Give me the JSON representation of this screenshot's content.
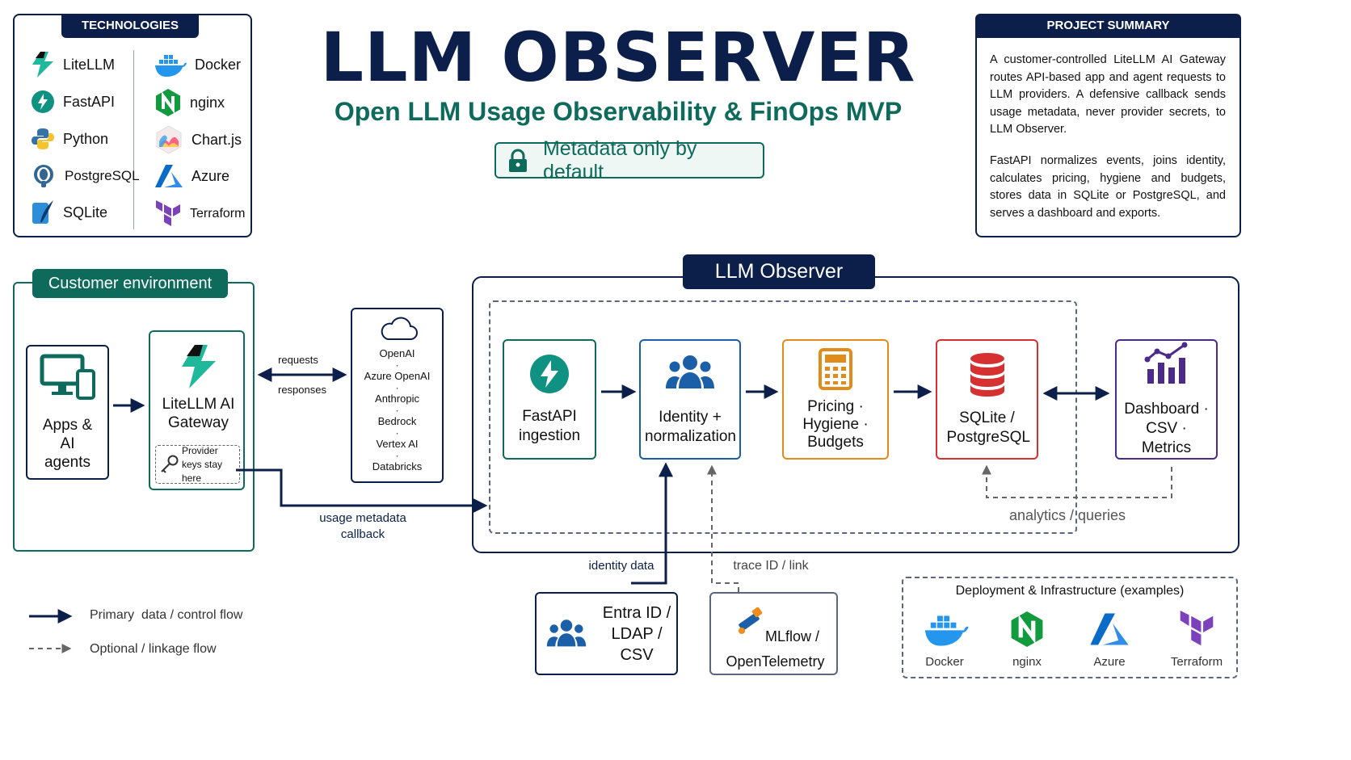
{
  "title": "LLM OBSERVER",
  "subtitle": "Open LLM Usage Observability & FinOps MVP",
  "metadata_badge": "Metadata only by default",
  "technologies": {
    "header": "TECHNOLOGIES",
    "left": [
      "LiteLLM",
      "FastAPI",
      "Python",
      "PostgreSQL",
      "SQLite"
    ],
    "right": [
      "Docker",
      "nginx",
      "Chart.js",
      "Azure",
      "Terraform"
    ]
  },
  "summary": {
    "header": "PROJECT SUMMARY",
    "para1": "A customer-controlled LiteLLM AI Gateway routes API-based app and agent requests to LLM providers. A defensive callback sends usage metadata, never provider secrets, to LLM Observer.",
    "para2": "FastAPI normalizes events, joins identity, calculates pricing, hygiene and budgets, stores data in SQLite or PostgreSQL, and serves a dashboard and exports."
  },
  "customer_env": {
    "label": "Customer environment",
    "apps": "Apps & AI agents",
    "gateway": "LiteLLM AI Gateway",
    "keys": "Provider keys stay here"
  },
  "providers": [
    "OpenAI",
    "Azure OpenAI",
    "Anthropic",
    "Bedrock",
    "Vertex AI",
    "Databricks"
  ],
  "flow_labels": {
    "requests": "requests",
    "responses": "responses",
    "usage_callback": "usage metadata callback",
    "identity_data": "identity data",
    "trace_link": "trace ID / link",
    "analytics": "analytics / queries"
  },
  "observer": {
    "label": "LLM Observer",
    "fastapi": "FastAPI ingestion",
    "identity": "Identity + normalization",
    "pricing": "Pricing · Hygiene · Budgets",
    "storage": "SQLite / PostgreSQL",
    "dashboard": "Dashboard · CSV · Metrics"
  },
  "sources": {
    "entra": "Entra ID / LDAP / CSV",
    "mlflow": "MLflow / OpenTelemetry"
  },
  "legend": {
    "primary": "Primary  data / control flow",
    "optional": "Optional / linkage flow"
  },
  "deployment": {
    "title": "Deployment & Infrastructure (examples)",
    "items": [
      "Docker",
      "nginx",
      "Azure",
      "Terraform"
    ]
  },
  "colors": {
    "navy": "#0b1f4a",
    "teal": "#0e6b5c",
    "fastapi": "#0f9281",
    "identity": "#1b5fa8",
    "pricing": "#e08b1a",
    "storage": "#d63030",
    "dashboard": "#4b2a8a"
  }
}
